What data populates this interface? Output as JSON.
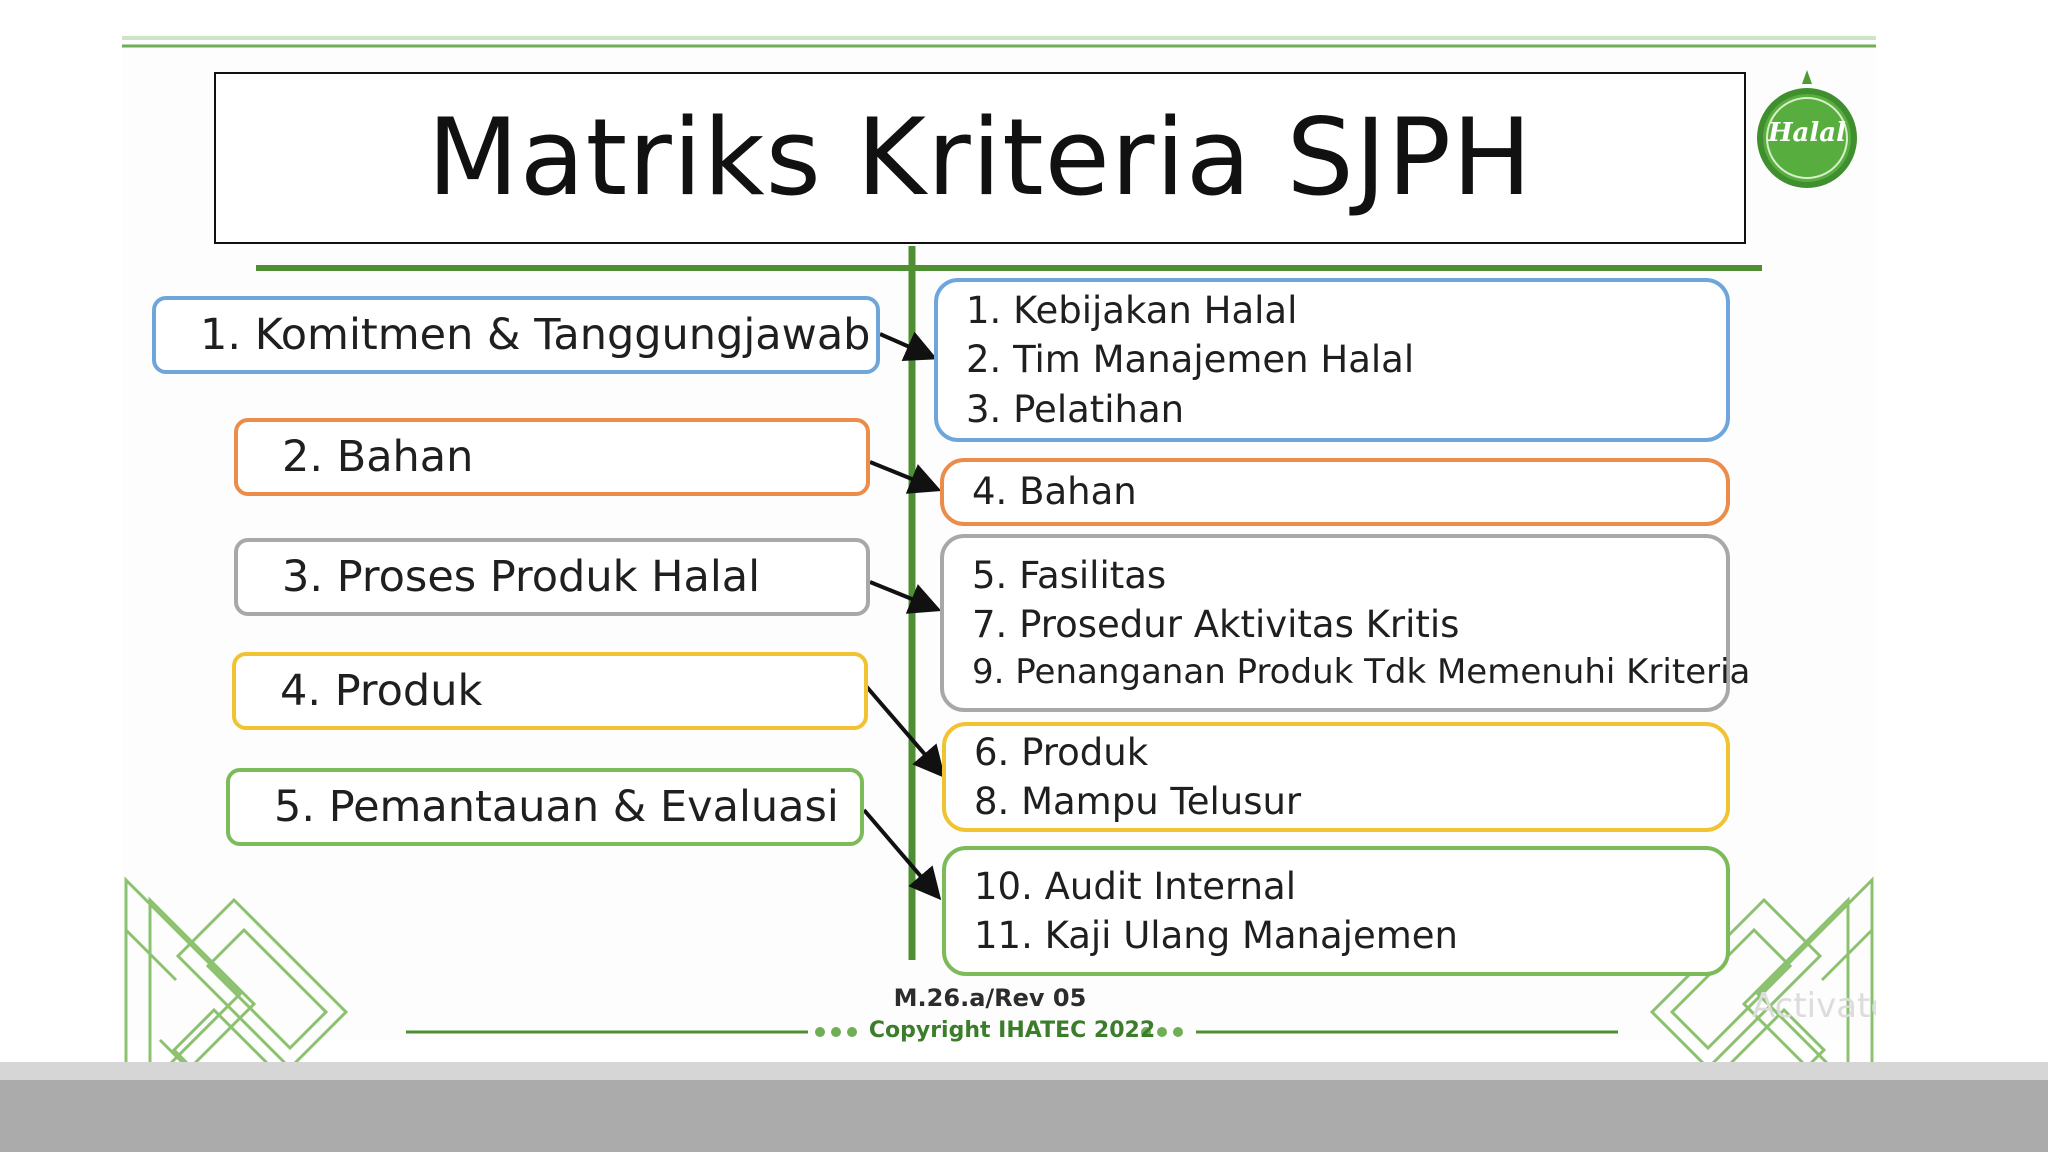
{
  "title": "Matriks Kriteria SJPH",
  "logo_text": "Halal",
  "left_items": [
    {
      "label": "1. Komitmen & Tanggungjawab",
      "color": "#6ea6dc"
    },
    {
      "label": "2. Bahan",
      "color": "#eb8c4a"
    },
    {
      "label": "3. Proses Produk Halal",
      "color": "#a8a8a8"
    },
    {
      "label": "4. Produk",
      "color": "#f1c232"
    },
    {
      "label": "5. Pemantauan & Evaluasi",
      "color": "#7cba5a"
    }
  ],
  "right_groups": [
    {
      "color": "#6ea6dc",
      "items": [
        "1. Kebijakan Halal",
        "2. Tim Manajemen Halal",
        "3. Pelatihan"
      ]
    },
    {
      "color": "#eb8c4a",
      "items": [
        "4. Bahan"
      ]
    },
    {
      "color": "#a8a8a8",
      "items": [
        "5. Fasilitas",
        "7. Prosedur Aktivitas Kritis",
        "9. Penanganan Produk Tdk Memenuhi Kriteria"
      ]
    },
    {
      "color": "#f1c232",
      "items": [
        "6. Produk",
        "8. Mampu Telusur"
      ]
    },
    {
      "color": "#7cba5a",
      "items": [
        "10. Audit Internal",
        "11. Kaji Ulang Manajemen"
      ]
    }
  ],
  "footer": {
    "revision": "M.26.a/Rev 05",
    "copyright": "Copyright IHATEC 2022"
  },
  "watermark": "Activate",
  "accent_green": "#3b7d2a",
  "line_green": "#4f8f34"
}
